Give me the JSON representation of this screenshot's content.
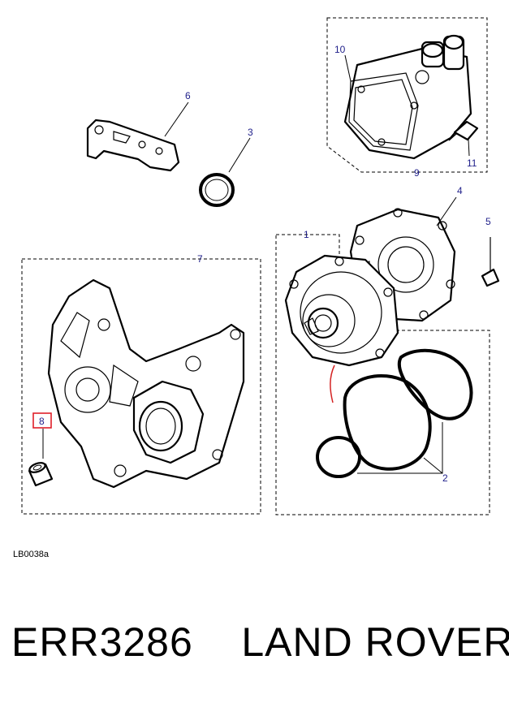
{
  "diagram": {
    "callouts": {
      "c1": "1",
      "c2": "2",
      "c3": "3",
      "c4": "4",
      "c5": "5",
      "c6": "6",
      "c7": "7",
      "c8": "8",
      "c9": "9",
      "c10": "10",
      "c11": "11"
    },
    "highlight_callout": "8",
    "highlight_color": "#e0202a",
    "callout_color": "#1f1f8a",
    "reference_code": "LB0038a"
  },
  "footer": {
    "part_number": "ERR3286",
    "brand": "LAND ROVER"
  }
}
